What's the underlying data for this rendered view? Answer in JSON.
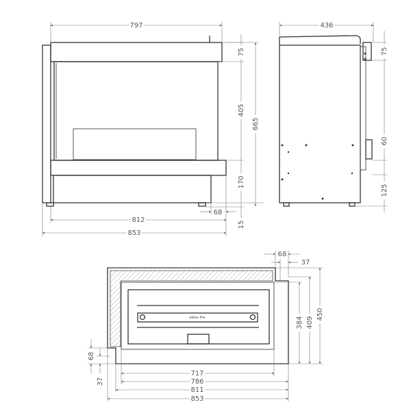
{
  "front_view": {
    "width_top": "797",
    "width_base": "812",
    "width_total": "853",
    "foot_offset": "68",
    "height_top_band": "75",
    "height_opening": "405",
    "height_base": "170",
    "height_feet": "15",
    "height_total": "665"
  },
  "side_view": {
    "depth": "436",
    "height_top": "75",
    "height_flap": "60",
    "height_bottom": "125"
  },
  "top_view": {
    "offset_top_1": "68",
    "offset_top_2": "37",
    "offset_left_1": "68",
    "offset_left_2": "37",
    "width_1": "717",
    "width_2": "786",
    "width_3": "811",
    "width_4": "853",
    "depth_1": "384",
    "depth_2": "409",
    "depth_3": "450",
    "burner_brand": "ebios fire"
  },
  "colors": {
    "line": "#333333",
    "dimension": "#777777"
  }
}
